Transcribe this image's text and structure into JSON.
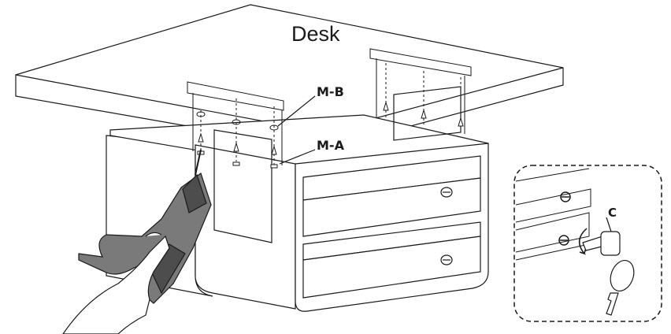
{
  "labels": {
    "desk": "Desk",
    "bracket_screw_top": "M-B",
    "bracket_screw_bottom": "M-A",
    "key": "C"
  },
  "colors": {
    "line": "#1a1a1a",
    "panel": "#ffffff",
    "drill_body": "#7a7a7a",
    "drill_dark": "#4d4d4d",
    "background": "#ffffff"
  },
  "icons": {
    "drill": "power-drill-icon",
    "hand": "hand-icon",
    "key": "key-icon",
    "lock": "lock-icon",
    "rotation": "rotate-arrow-icon"
  }
}
